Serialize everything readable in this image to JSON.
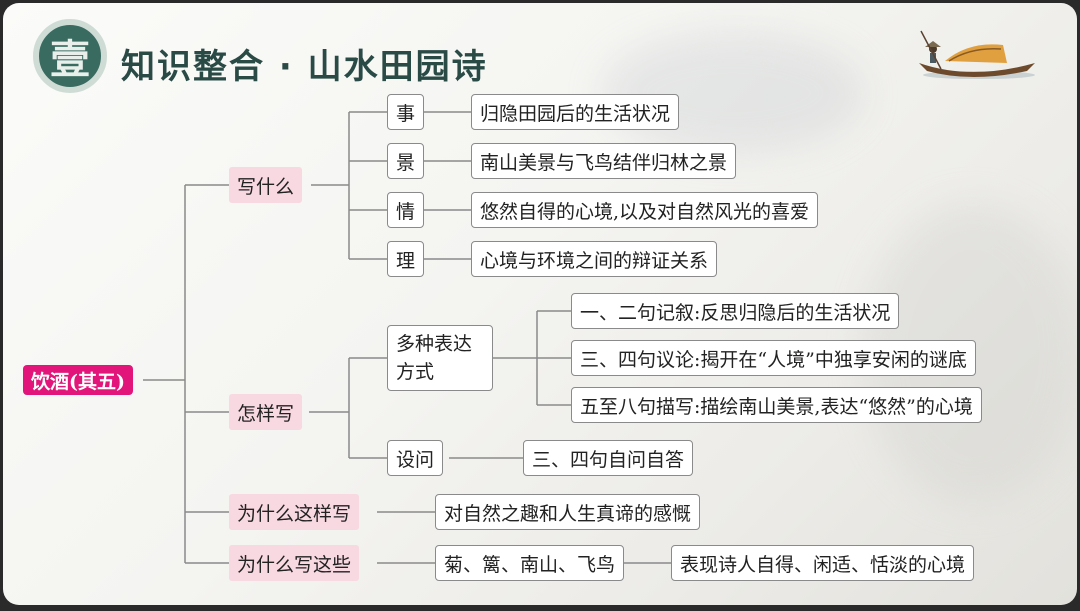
{
  "header": {
    "seal_char": "壹",
    "title": "知识整合 · 山水田园诗"
  },
  "mindmap": {
    "root": "饮酒(其五)",
    "branches": {
      "what": {
        "label": "写什么",
        "items": [
          {
            "key": "事",
            "desc": "归隐田园后的生活状况"
          },
          {
            "key": "景",
            "desc": "南山美景与飞鸟结伴归林之景"
          },
          {
            "key": "情",
            "desc": "悠然自得的心境,以及对自然风光的喜爱"
          },
          {
            "key": "理",
            "desc": "心境与环境之间的辩证关系"
          }
        ]
      },
      "how": {
        "label": "怎样写",
        "expression": {
          "label": "多种表达方式",
          "items": [
            "一、二句记叙:反思归隐后的生活状况",
            "三、四句议论:揭开在“人境”中独享安闲的谜底",
            "五至八句描写:描绘南山美景,表达“悠然”的心境"
          ]
        },
        "question": {
          "label": "设问",
          "desc": "三、四句自问自答"
        }
      },
      "why": {
        "label": "为什么这样写",
        "desc": "对自然之趣和人生真谛的感慨"
      },
      "why_these": {
        "label": "为什么写这些",
        "items": "菊、篱、南山、飞鸟",
        "desc": "表现诗人自得、闲适、恬淡的心境"
      }
    }
  }
}
